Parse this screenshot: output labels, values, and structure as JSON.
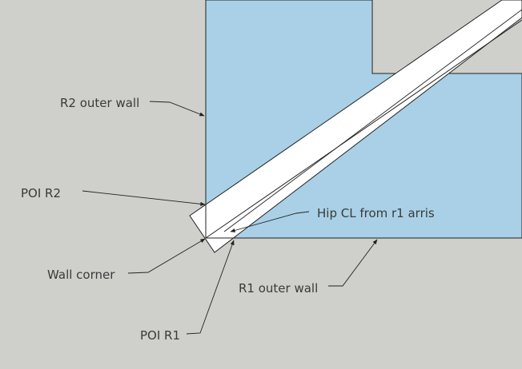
{
  "diagram": {
    "labels": {
      "r2_outer_wall": "R2 outer wall",
      "poi_r2": "POI R2",
      "hip_cl": "Hip CL from r1 arris",
      "wall_corner": "Wall corner",
      "r1_outer_wall": "R1 outer wall",
      "poi_r1": "POI R1"
    },
    "colors": {
      "background": "#cfcfcb",
      "floor_fill": "#a9d0e6",
      "hip_fill": "#ffffff",
      "line": "#222222",
      "text": "#3a3a3a"
    }
  }
}
